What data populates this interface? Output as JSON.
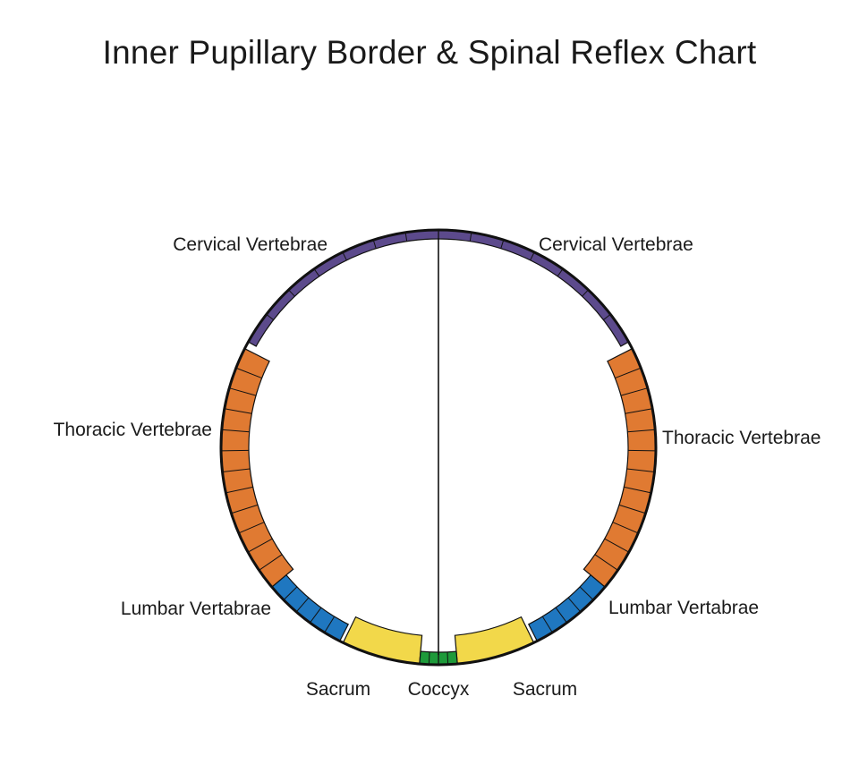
{
  "title": "Inner Pupillary Border & Spinal Reflex Chart",
  "colors": {
    "cervical": "#5c4a8c",
    "thoracic": "#e07a32",
    "lumbar": "#1f77c0",
    "sacrum": "#f2d84a",
    "coccyx": "#1e9a3a",
    "outline": "#111111"
  },
  "labels": {
    "cervical_left": "Cervical Vertebrae",
    "cervical_right": "Cervical Vertebrae",
    "thoracic_left": "Thoracic Vertebrae",
    "thoracic_right": "Thoracic Vertebrae",
    "lumbar_left": "Lumbar Vertabrae",
    "lumbar_right": "Lumbar Vertabrae",
    "sacrum_left": "Sacrum",
    "sacrum_right": "Sacrum",
    "coccyx": "Coccyx"
  },
  "regions": [
    {
      "name": "cervical",
      "segments": 7
    },
    {
      "name": "thoracic",
      "segments": 12
    },
    {
      "name": "lumbar",
      "segments": 5
    },
    {
      "name": "sacrum",
      "segments": 1
    },
    {
      "name": "coccyx",
      "segments": 4
    }
  ]
}
